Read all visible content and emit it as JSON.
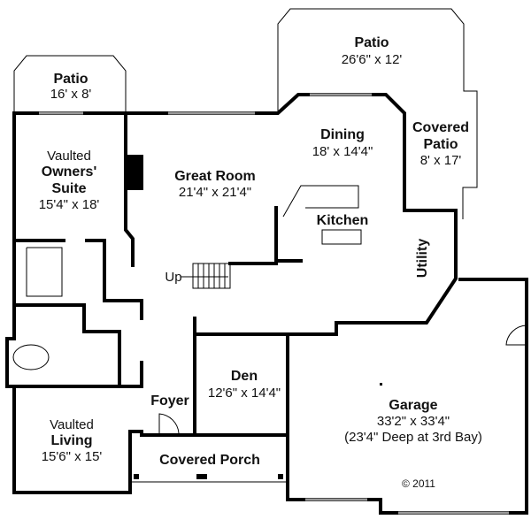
{
  "rooms": {
    "patio_left": {
      "name": "Patio",
      "size": "16' x 8'"
    },
    "patio_right": {
      "name": "Patio",
      "size": "26'6\" x 12'"
    },
    "dining": {
      "name": "Dining",
      "size": "18' x 14'4\""
    },
    "covered_patio": {
      "name1": "Covered",
      "name2": "Patio",
      "size": "8' x 17'"
    },
    "owners_suite": {
      "name0": "Vaulted",
      "name1": "Owners'",
      "name2": "Suite",
      "size": "15'4\" x 18'"
    },
    "great_room": {
      "name": "Great Room",
      "size": "21'4\" x 21'4\""
    },
    "kitchen": {
      "name": "Kitchen"
    },
    "utility": {
      "name": "Utility"
    },
    "stairs": {
      "label": "Up"
    },
    "den": {
      "name": "Den",
      "size": "12'6\" x 14'4\""
    },
    "foyer": {
      "name": "Foyer"
    },
    "living": {
      "name0": "Vaulted",
      "name1": "Living",
      "size": "15'6\" x 15'"
    },
    "covered_porch": {
      "name": "Covered Porch"
    },
    "garage": {
      "name": "Garage",
      "size": "33'2\" x 33'4\"",
      "note": "(23'4\" Deep at 3rd Bay)"
    }
  },
  "copyright": "© 2011"
}
